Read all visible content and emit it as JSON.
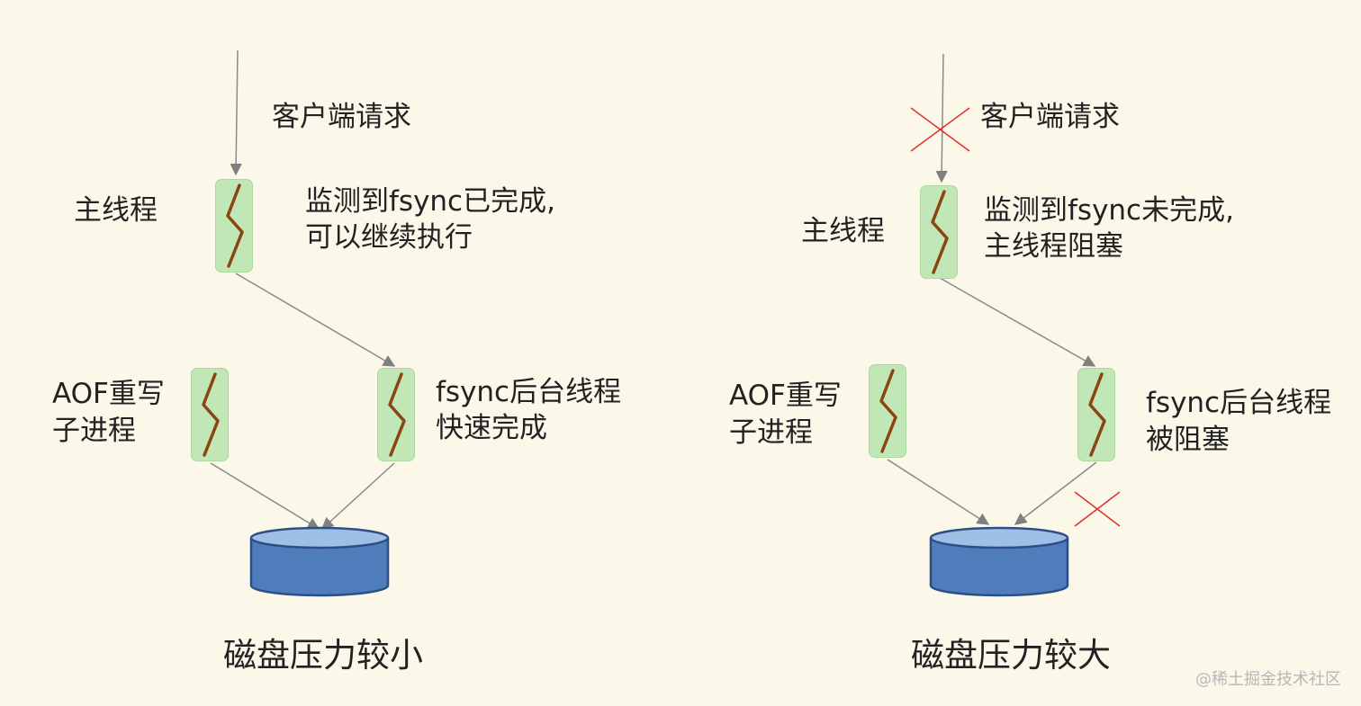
{
  "left": {
    "client_request": "客户端请求",
    "main_thread": "主线程",
    "status_line1": "监测到fsync已完成,",
    "status_line2": "可以继续执行",
    "aof_line1": "AOF重写",
    "aof_line2": "子进程",
    "fsync_line1": "fsync后台线程",
    "fsync_line2": "快速完成",
    "caption": "磁盘压力较小"
  },
  "right": {
    "client_request": "客户端请求",
    "main_thread": "主线程",
    "status_line1": "监测到fsync未完成,",
    "status_line2": "主线程阻塞",
    "aof_line1": "AOF重写",
    "aof_line2": "子进程",
    "fsync_line1": "fsync后台线程",
    "fsync_line2": "被阻塞",
    "caption": "磁盘压力较大"
  },
  "watermark": "@稀土掘金技术社区",
  "colors": {
    "background": "#fbf8ea",
    "thread_fill": "#c0e7b5",
    "thread_wave": "#8a4513",
    "disk_fill": "#4f7cba",
    "disk_top": "#9fbfe6",
    "disk_stroke": "#2d4f86",
    "arrow": "#808080",
    "cross": "#e0302a"
  }
}
